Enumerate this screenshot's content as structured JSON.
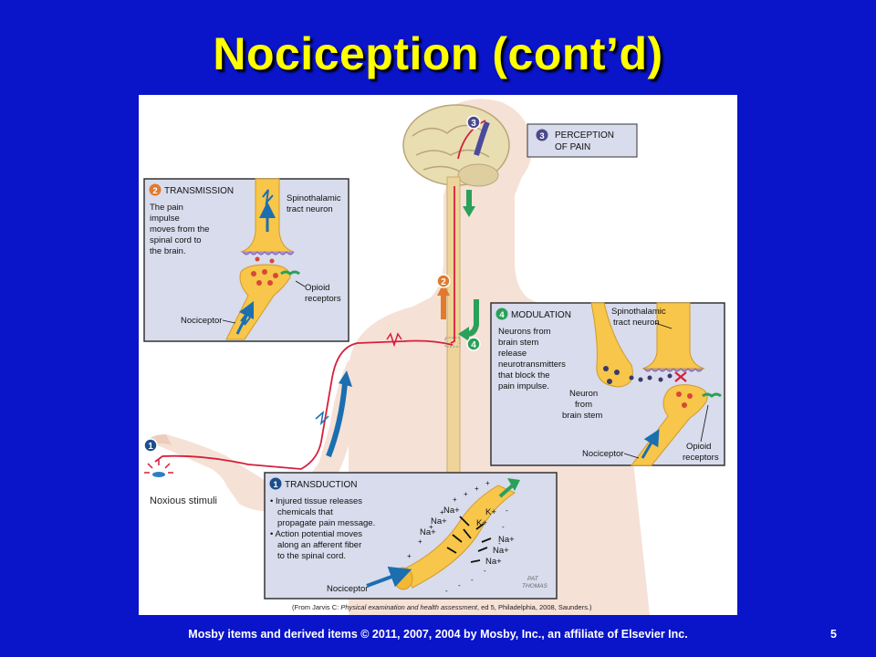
{
  "slide": {
    "title": "Nociception (cont’d)",
    "footer": "Mosby items and derived items © 2011, 2007, 2004 by Mosby, Inc., an affiliate of Elsevier Inc.",
    "number": "5"
  },
  "figure": {
    "stimulus_label": "Noxious stimuli",
    "markers": [
      "1",
      "2",
      "3",
      "4"
    ],
    "perception": {
      "num": "3",
      "title": [
        "PERCEPTION",
        "OF PAIN"
      ]
    },
    "transmission": {
      "num": "2",
      "title": "TRANSMISSION",
      "text": [
        "The pain",
        "impulse",
        "moves from the",
        "spinal cord to",
        "the brain."
      ],
      "spinothalamic": [
        "Spinothalamic",
        "tract neuron"
      ],
      "opioid": [
        "Opioid",
        "receptors"
      ],
      "nociceptor": "Nociceptor"
    },
    "modulation": {
      "num": "4",
      "title": "MODULATION",
      "text": [
        "Neurons from",
        "brain stem",
        "release",
        "neurotransmitters",
        "that block the",
        "pain impulse."
      ],
      "spinothalamic": [
        "Spinothalamic",
        "tract neuron"
      ],
      "brainstem": [
        "Neuron",
        "from",
        "brain stem"
      ],
      "nociceptor": "Nociceptor",
      "opioid": [
        "Opioid",
        "receptors"
      ]
    },
    "transduction": {
      "num": "1",
      "title": "TRANSDUCTION",
      "bullets": [
        "• Injured tissue releases",
        "chemicals that",
        "propagate pain message.",
        "• Action potential moves",
        "along an afferent fiber",
        "to the spinal cord."
      ],
      "ions": [
        "Na+",
        "Na+",
        "Na+",
        "K+",
        "K+",
        "Na+",
        "Na+",
        "Na+"
      ],
      "nociceptor": "Nociceptor",
      "signature": [
        "PAT",
        "THOMAS"
      ]
    },
    "credit_parts": [
      "(From Jarvis C: ",
      "Physical examination and health assessment",
      ", ed 5, Philadelphia, 2008, Saunders.)"
    ]
  },
  "colors": {
    "background": "#0a14c8",
    "title": "#ffff00",
    "panel": "#d8dcec",
    "nerve": "#f7c64a",
    "pathway": "#d61f3c",
    "arrow": "#1b6fb0",
    "ascending_arrow": "#e07a2e",
    "descending_arrow": "#2aa05a",
    "step_badge": "#4a4a8a"
  }
}
